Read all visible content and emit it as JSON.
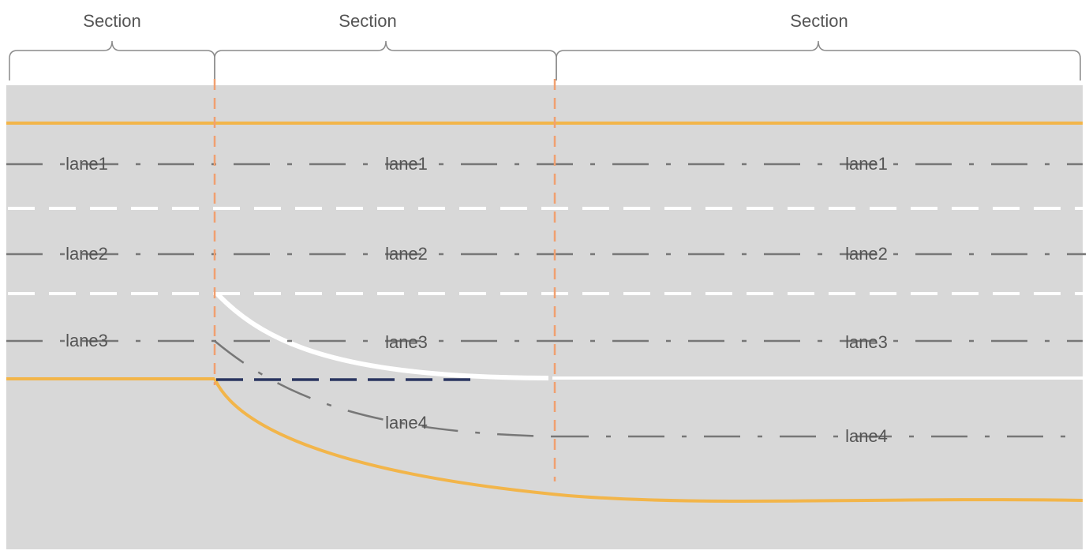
{
  "sections": [
    {
      "label": "Section"
    },
    {
      "label": "Section"
    },
    {
      "label": "Section"
    }
  ],
  "lane_labels": {
    "section1": [
      "lane1",
      "lane2",
      "lane3"
    ],
    "section2": [
      "lane1",
      "lane2",
      "lane3",
      "lane4"
    ],
    "section3": [
      "lane1",
      "lane2",
      "lane3",
      "lane4"
    ]
  },
  "colors": {
    "road": "#d8d8d8",
    "road_edge": "#f2b54a",
    "lane_divider": "#ffffff",
    "lane_center": "#777777",
    "section_boundary": "#f0a070",
    "new_lane_marking": "#2a3560",
    "bracket": "#888888",
    "text": "#555555"
  }
}
